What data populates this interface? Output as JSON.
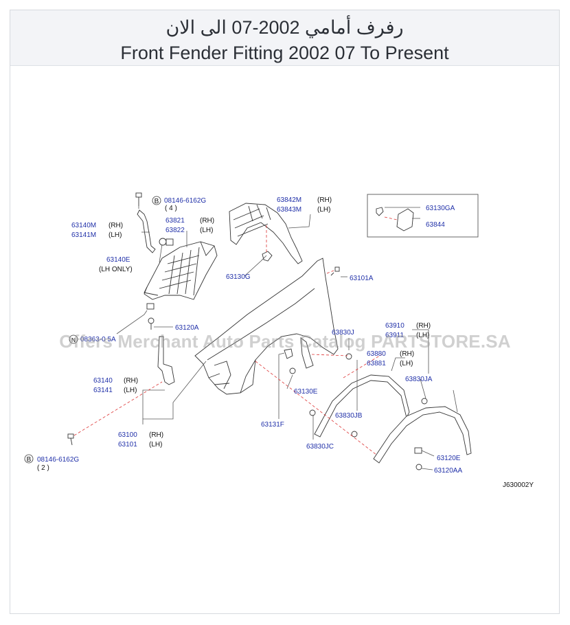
{
  "header": {
    "title_ar": "رفرف أمامي 2002-07 الى الان",
    "title_en": "Front Fender Fitting 2002 07 To Present"
  },
  "diagram": {
    "labels": {
      "p08146_top": "08146-6162G",
      "q4": "( 4 )",
      "p63140M": "63140M",
      "p63141M": "63141M",
      "p63821": "63821",
      "p63822": "63822",
      "p63140E": "63140E",
      "lh_only": "(LH  ONLY)",
      "p63842M": "63842M",
      "p63843M": "63843M",
      "p63130G": "63130G",
      "p63130GA": "63130GA",
      "p63844": "63844",
      "p63101A": "63101A",
      "p63120A": "63120A",
      "p08363": "08363-0 5A",
      "p63830J": "63830J",
      "p63910": "63910",
      "p63911": "63911",
      "p63880": "63880",
      "p63881": "63881",
      "p63140": "63140",
      "p63141": "63141",
      "p63130E": "63130E",
      "p63830JA": "63830JA",
      "p63830JB": "63830JB",
      "p63131F": "63131F",
      "p63100": "63100",
      "p63101": "63101",
      "p08146_bot": "08146-6162G",
      "q2": "( 2 )",
      "p63830JC": "63830JC",
      "p63120E": "63120E",
      "p63120AA": "63120AA",
      "ref": "J630002Y",
      "rh": "(RH)",
      "lh": "(LH)",
      "b": "B",
      "n": "N"
    }
  },
  "watermark": "Offers Merchant Auto Parts Catalog PARTSTORE.SA"
}
